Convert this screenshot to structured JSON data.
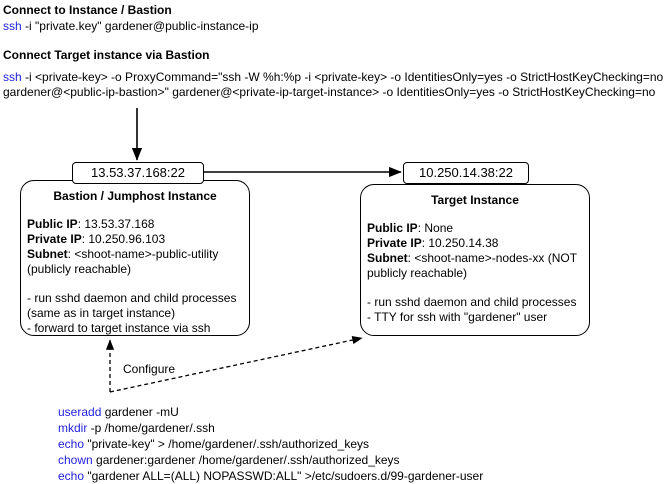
{
  "sections": {
    "connect_bastion": {
      "heading": "Connect to Instance / Bastion",
      "command_kw": "ssh",
      "command_rest": " -i \"private.key\" gardener@public-instance-ip"
    },
    "connect_target": {
      "heading": "Connect Target instance via Bastion",
      "command_kw": "ssh",
      "command_line1": "  -i <private-key> -o ProxyCommand=\"ssh -W %h:%p -i <private-key> -o IdentitiesOnly=yes -o StrictHostKeyChecking=no",
      "command_line2": "gardener@<public-ip-bastion>\" gardener@<private-ip-target-instance> -o IdentitiesOnly=yes -o StrictHostKeyChecking=no"
    }
  },
  "bastion": {
    "port_label": "13.53.37.168:22",
    "title": "Bastion / Jumphost Instance",
    "fields": [
      {
        "key": "Public IP",
        "value": ": 13.53.37.168"
      },
      {
        "key": "Private IP",
        "value": ": 10.250.96.103"
      },
      {
        "key": "Subnet",
        "value": ": <shoot-name>-public-utility"
      }
    ],
    "note": "(publicly reachable)",
    "bullets": [
      "- run sshd daemon and child processes",
      "(same as in target instance)",
      "- forward to target instance via ssh"
    ]
  },
  "target": {
    "port_label": "10.250.14.38:22",
    "title": "Target Instance",
    "fields": [
      {
        "key": "Public IP",
        "value": ": None"
      },
      {
        "key": "Private IP",
        "value": ": 10.250.14.38"
      },
      {
        "key": "Subnet",
        "value": ": <shoot-name>-nodes-xx (NOT"
      }
    ],
    "note": "publicly reachable)",
    "bullets": [
      "- run sshd daemon and child processes",
      "- TTY for ssh with \"gardener\" user"
    ]
  },
  "edges": {
    "configure_label": "Configure"
  },
  "script": {
    "lines": [
      {
        "kw": "useradd",
        "rest": " gardener -mU"
      },
      {
        "kw": "mkdir",
        "rest": " -p /home/gardener/.ssh"
      },
      {
        "kw": "echo",
        "rest": " \"private-key\" > /home/gardener/.ssh/authorized_keys"
      },
      {
        "kw": "chown",
        "rest": " gardener:gardener /home/gardener/.ssh/authorized_keys"
      },
      {
        "kw": "echo",
        "rest": " \"gardener ALL=(ALL) NOPASSWD:ALL\" >/etc/sudoers.d/99-gardener-user"
      }
    ]
  },
  "colors": {
    "keyword_blue": "#1f1fe0",
    "stroke": "#000000",
    "background": "#ffffff"
  }
}
